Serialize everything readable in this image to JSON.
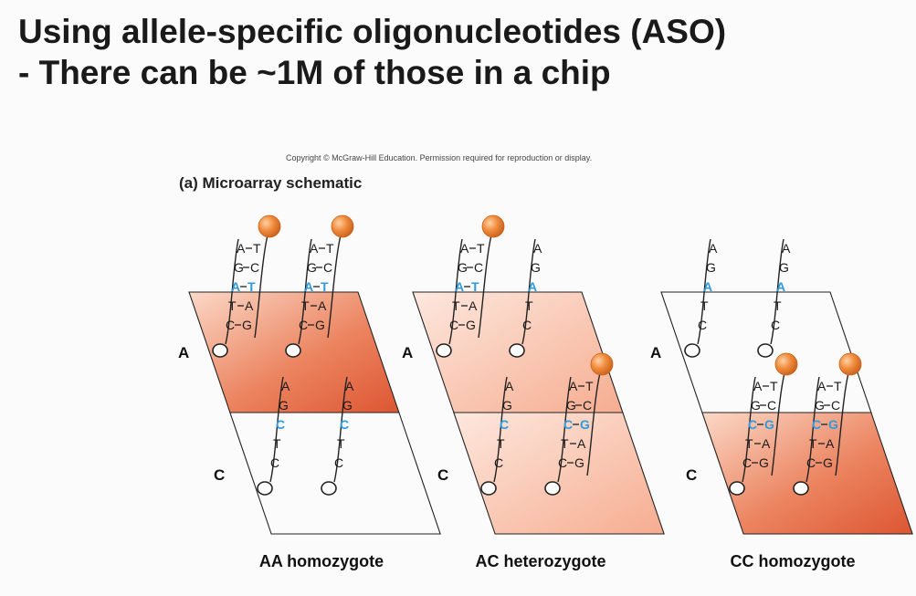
{
  "slide": {
    "title_line1": "Using allele-specific oligonucleotides (ASO)",
    "title_line2": "- There can be ~1M of those in a chip",
    "copyright": "Copyright © McGraw-Hill Education. Permission required for reproduction or display.",
    "figure_label": "(a) Microarray schematic"
  },
  "panels": [
    {
      "caption": "AA homozygote",
      "hybridized_allele": "A",
      "top_probes": [
        {
          "bases": [
            "A",
            "G",
            "A",
            "T",
            "C"
          ],
          "paired": true
        },
        {
          "bases": [
            "A",
            "G",
            "A",
            "T",
            "C"
          ],
          "paired": true
        }
      ],
      "bottom_probes": [
        {
          "bases": [
            "A",
            "G",
            "C",
            "T",
            "C"
          ],
          "paired": false
        },
        {
          "bases": [
            "A",
            "G",
            "C",
            "T",
            "C"
          ],
          "paired": false
        }
      ]
    },
    {
      "caption": "AC heterozygote",
      "hybridized_allele": "A and C",
      "top_probes": [
        {
          "bases": [
            "A",
            "G",
            "A",
            "T",
            "C"
          ],
          "paired": true
        },
        {
          "bases": [
            "A",
            "G",
            "A",
            "T",
            "C"
          ],
          "paired": false
        }
      ],
      "bottom_probes": [
        {
          "bases": [
            "A",
            "G",
            "C",
            "T",
            "C"
          ],
          "paired": false
        },
        {
          "bases": [
            "A",
            "G",
            "C",
            "T",
            "C"
          ],
          "paired": true
        }
      ]
    },
    {
      "caption": "CC homozygote",
      "hybridized_allele": "C",
      "top_probes": [
        {
          "bases": [
            "A",
            "G",
            "A",
            "T",
            "C"
          ],
          "paired": false
        },
        {
          "bases": [
            "A",
            "G",
            "A",
            "T",
            "C"
          ],
          "paired": false
        }
      ],
      "bottom_probes": [
        {
          "bases": [
            "A",
            "G",
            "C",
            "T",
            "C"
          ],
          "paired": true
        },
        {
          "bases": [
            "A",
            "G",
            "C",
            "T",
            "C"
          ],
          "paired": true
        }
      ]
    }
  ],
  "labels": {
    "allele_a": "A",
    "allele_c": "C"
  },
  "colors": {
    "highlight_base": "#2e9be0",
    "hybridized_strong": "#e2643f",
    "hybridized_light": "#f7b9a1",
    "label_sphere": "#f08c3c"
  }
}
